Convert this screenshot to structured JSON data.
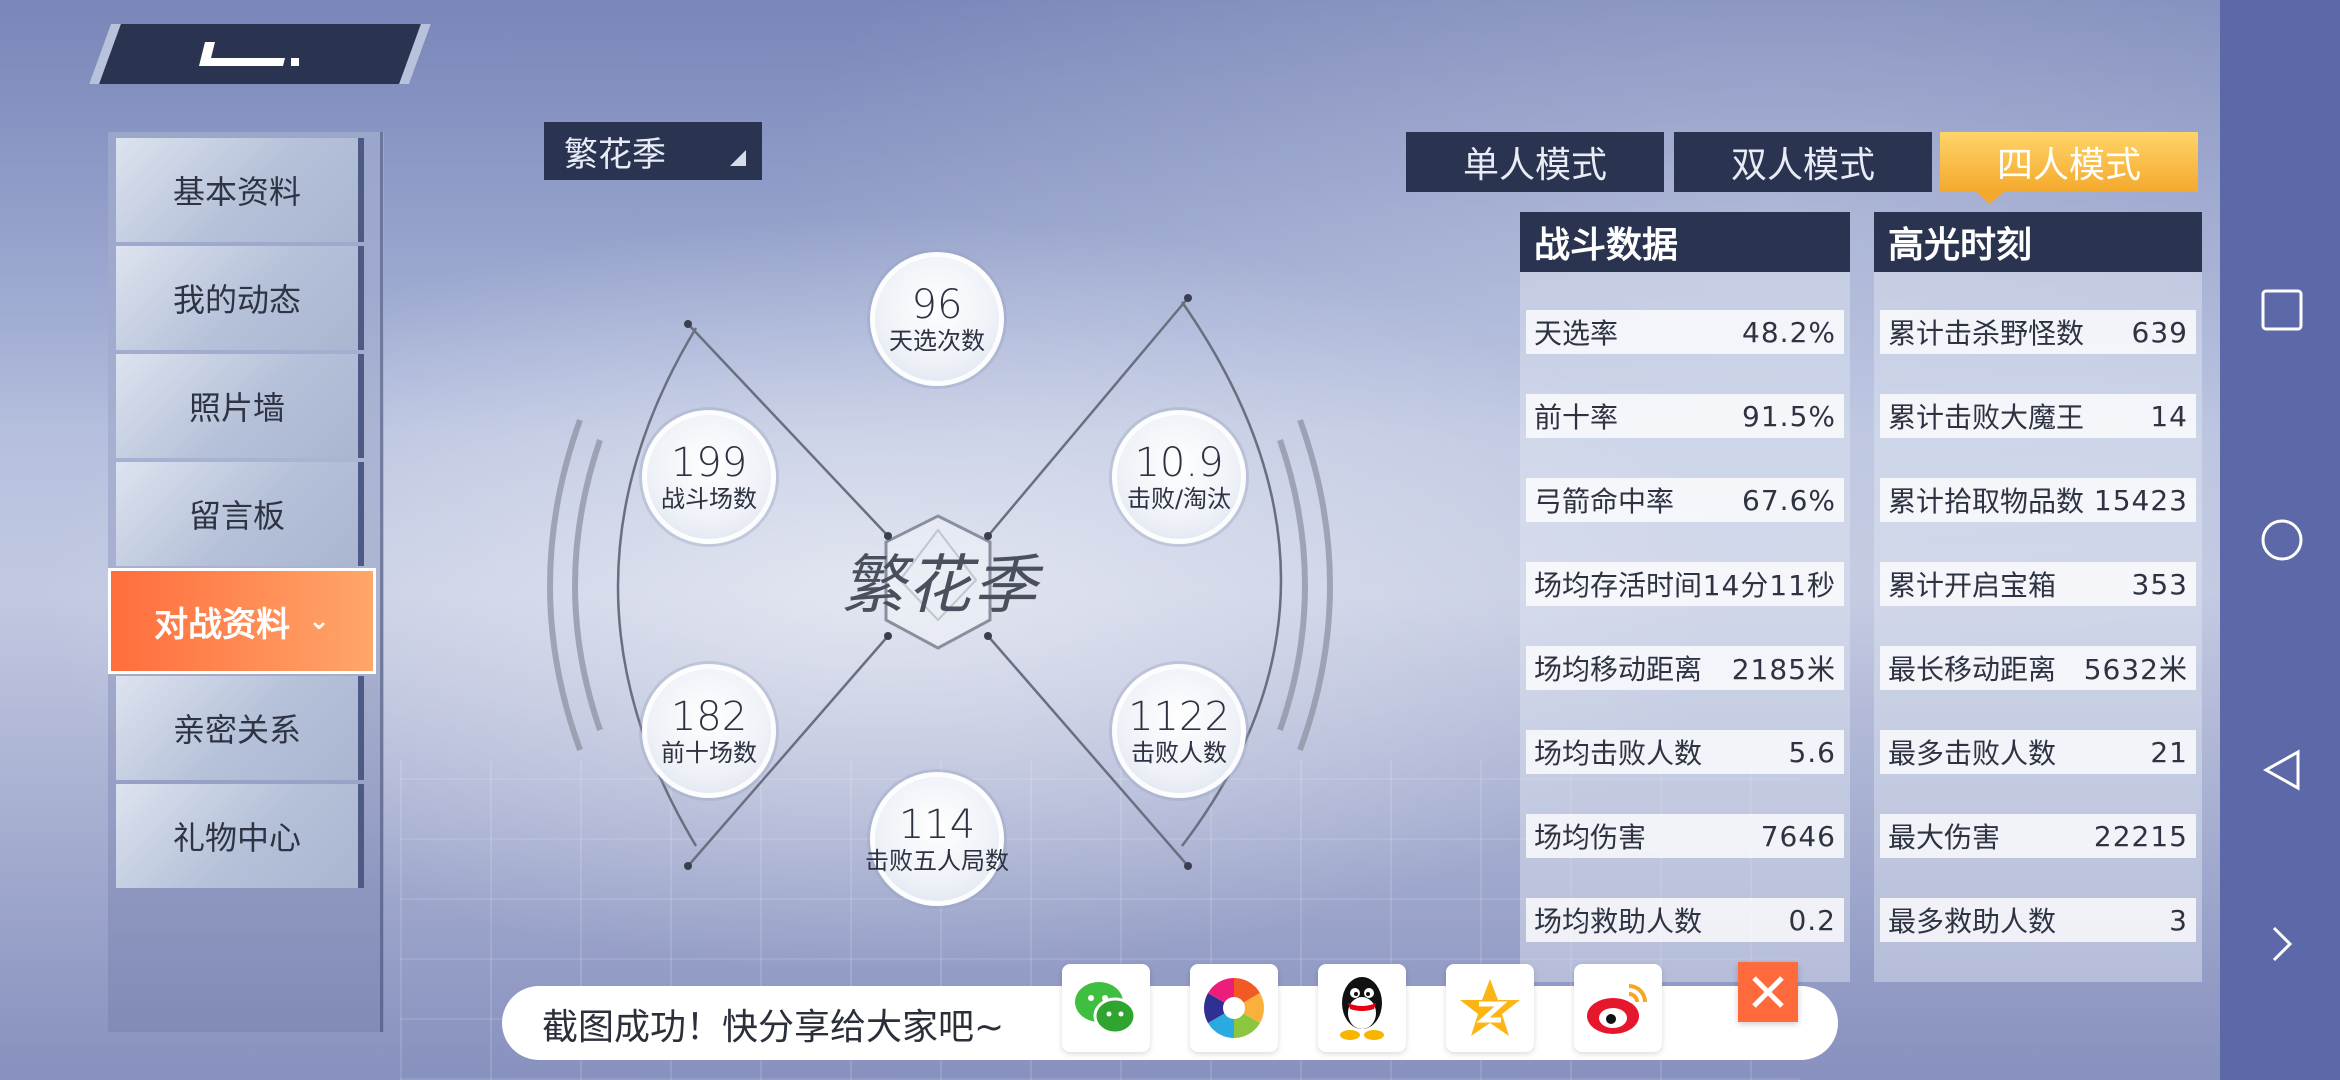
{
  "nav": {
    "items": [
      {
        "label": "基本资料"
      },
      {
        "label": "我的动态"
      },
      {
        "label": "照片墙"
      },
      {
        "label": "留言板"
      },
      {
        "label": "对战资料",
        "active": true
      },
      {
        "label": "亲密关系"
      },
      {
        "label": "礼物中心"
      }
    ]
  },
  "season": {
    "selected": "繁花季"
  },
  "radar": {
    "center_title": "繁花季",
    "stats": [
      {
        "value": "96",
        "label": "天选次数"
      },
      {
        "value": "199",
        "label": "战斗场数"
      },
      {
        "value": "10.9",
        "label": "击败/淘汰"
      },
      {
        "value": "182",
        "label": "前十场数"
      },
      {
        "value": "1122",
        "label": "击败人数"
      },
      {
        "value": "114",
        "label": "击败五人局数"
      }
    ]
  },
  "modes": {
    "tabs": [
      {
        "label": "单人模式"
      },
      {
        "label": "双人模式"
      },
      {
        "label": "四人模式",
        "active": true
      }
    ]
  },
  "combat": {
    "title": "战斗数据",
    "rows": [
      {
        "label": "天选率",
        "value": "48.2%"
      },
      {
        "label": "前十率",
        "value": "91.5%"
      },
      {
        "label": "弓箭命中率",
        "value": "67.6%"
      },
      {
        "label": "场均存活时间",
        "value": "14分11秒"
      },
      {
        "label": "场均移动距离",
        "value": "2185米"
      },
      {
        "label": "场均击败人数",
        "value": "5.6"
      },
      {
        "label": "场均伤害",
        "value": "7646"
      },
      {
        "label": "场均救助人数",
        "value": "0.2"
      }
    ]
  },
  "highlights": {
    "title": "高光时刻",
    "rows": [
      {
        "label": "累计击杀野怪数",
        "value": "639"
      },
      {
        "label": "累计击败大魔王",
        "value": "14"
      },
      {
        "label": "累计拾取物品数",
        "value": "15423"
      },
      {
        "label": "累计开启宝箱",
        "value": "353"
      },
      {
        "label": "最长移动距离",
        "value": "5632米"
      },
      {
        "label": "最多击败人数",
        "value": "21"
      },
      {
        "label": "最大伤害",
        "value": "22215"
      },
      {
        "label": "最多救助人数",
        "value": "3"
      }
    ]
  },
  "share": {
    "text": "截图成功！快分享给大家吧~",
    "icons": [
      "wechat-icon",
      "moments-icon",
      "qq-icon",
      "qzone-icon",
      "weibo-icon"
    ]
  },
  "colors": {
    "accent_orange": "#ff6d3c",
    "panel_dark": "#2a3350",
    "tab_active": "#f4a92c"
  }
}
